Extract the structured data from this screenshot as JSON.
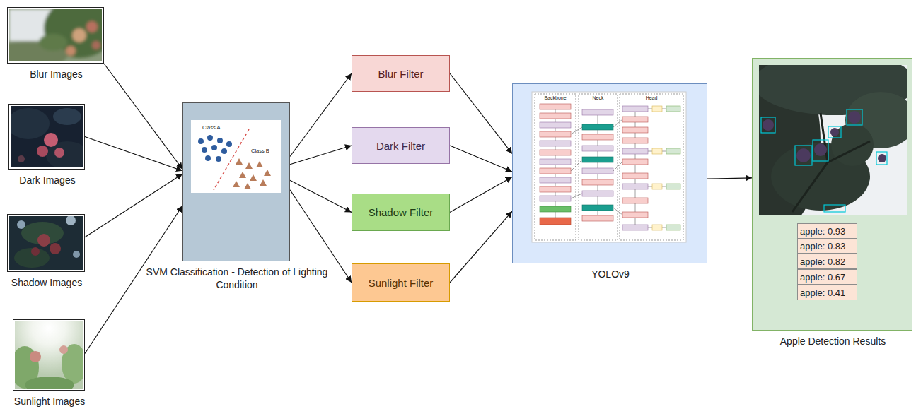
{
  "diagram": {
    "nodes": [
      {
        "text": [
          "Blur Images"
        ]
      },
      {
        "text": [
          "Dark Images"
        ]
      },
      {
        "text": [
          "Shadow Images"
        ]
      },
      {
        "text": [
          "Sunlight Images"
        ]
      },
      {
        "text": [
          "SVM Classification - Detection of Lighting Condition"
        ]
      },
      {
        "text": [
          "Blur Filter"
        ]
      },
      {
        "text": [
          "Dark Filter"
        ]
      },
      {
        "text": [
          "Shadow Filter"
        ]
      },
      {
        "text": [
          "Sunlight Filter"
        ]
      },
      {
        "text": [
          "YOLOv9"
        ]
      },
      {
        "text": [
          "Apple Detection Results"
        ]
      }
    ],
    "edges": [
      {
        "from": 0,
        "to": 4,
        "arrow": "to"
      },
      {
        "from": 1,
        "to": 4,
        "arrow": "to"
      },
      {
        "from": 2,
        "to": 4,
        "arrow": "to"
      },
      {
        "from": 3,
        "to": 4,
        "arrow": "to"
      },
      {
        "from": 4,
        "to": 5,
        "arrow": "to"
      },
      {
        "from": 4,
        "to": 6,
        "arrow": "to"
      },
      {
        "from": 4,
        "to": 7,
        "arrow": "to"
      },
      {
        "from": 4,
        "to": 8,
        "arrow": "to"
      },
      {
        "from": 5,
        "to": 9,
        "arrow": "to"
      },
      {
        "from": 6,
        "to": 9,
        "arrow": "to"
      },
      {
        "from": 7,
        "to": 9,
        "arrow": "to"
      },
      {
        "from": 8,
        "to": 9,
        "arrow": "to"
      },
      {
        "from": 9,
        "to": 10,
        "arrow": "to"
      }
    ],
    "labels": [
      "Class A",
      "Class B",
      "Backbone",
      "Neck",
      "Head",
      "apple: 0.93",
      "apple: 0.83",
      "apple: 0.82",
      "apple: 0.67",
      "apple: 0.41"
    ]
  }
}
